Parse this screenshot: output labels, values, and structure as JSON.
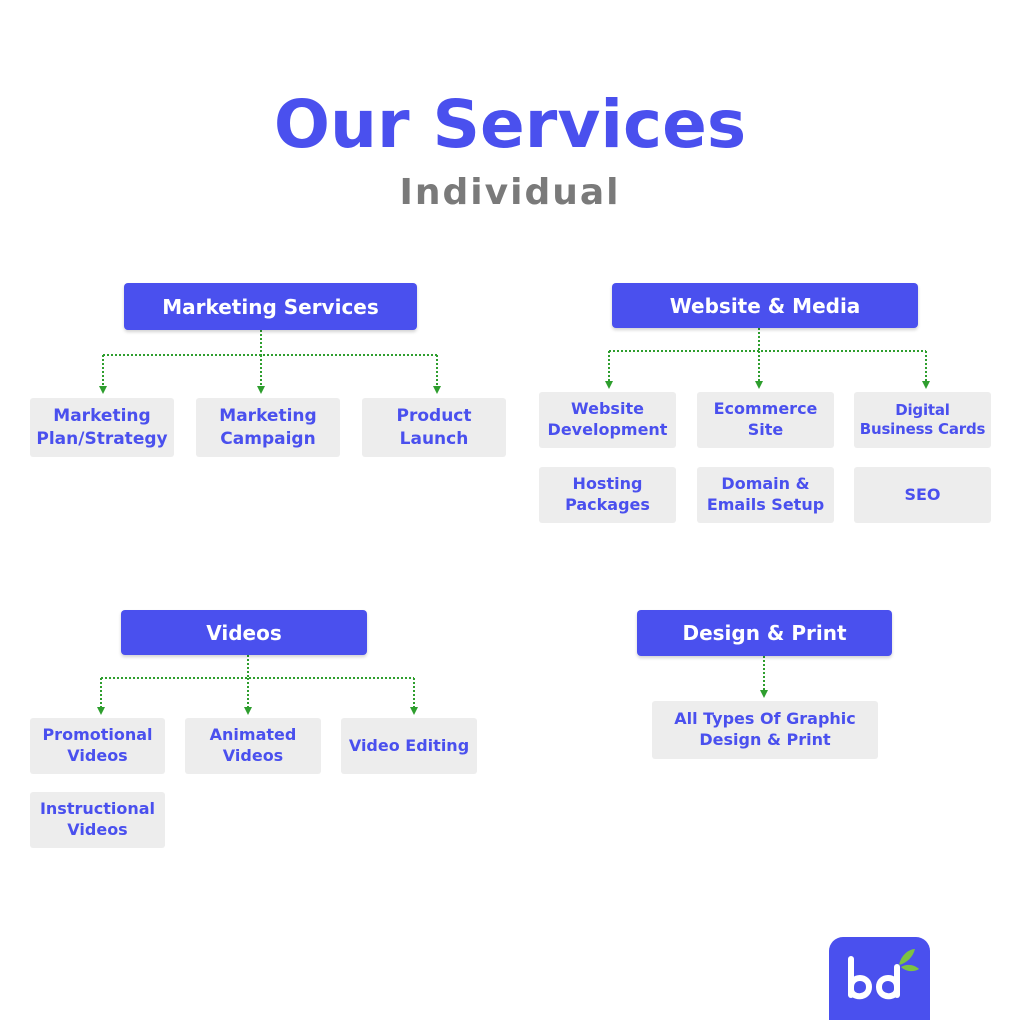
{
  "header": {
    "title": "Our Services",
    "subtitle": "Individual"
  },
  "colors": {
    "accent": "#4a50ee",
    "connector": "#2e9e2e",
    "box_bg": "#ededed",
    "subtitle": "#7a7a7a",
    "logo_leaf": "#7dc242"
  },
  "groups": {
    "marketing": {
      "label": "Marketing Services",
      "items": [
        "Marketing Plan/Strategy",
        "Marketing Campaign",
        "Product Launch"
      ]
    },
    "website": {
      "label": "Website & Media",
      "items": [
        "Website Development",
        "Ecommerce Site",
        "Digital Business Cards",
        "Hosting Packages",
        "Domain & Emails Setup",
        "SEO"
      ]
    },
    "videos": {
      "label": "Videos",
      "items": [
        "Promotional Videos",
        "Animated Videos",
        "Video Editing",
        "Instructional Videos"
      ]
    },
    "design": {
      "label": "Design & Print",
      "items": [
        "All Types Of Graphic Design & Print"
      ]
    }
  },
  "logo": {
    "icon": "bd-leaf-logo-icon"
  }
}
